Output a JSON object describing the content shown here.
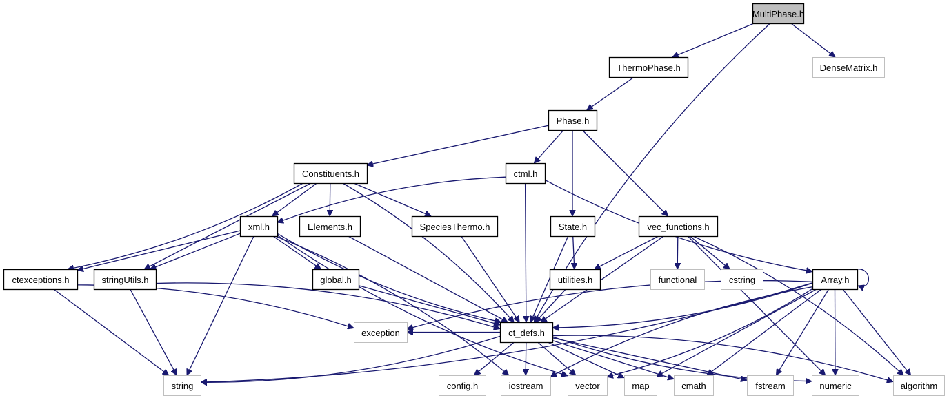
{
  "graph": {
    "title": "MultiPhase.h include dependency graph",
    "colors": {
      "edge": "#191970",
      "root_fill": "#bfbfbf",
      "node_border": "#000000",
      "external_border": "#bfbfbf"
    },
    "nodes": [
      {
        "id": "MultiPhase",
        "label": "MultiPhase.h",
        "kind": "root"
      },
      {
        "id": "ThermoPhase",
        "label": "ThermoPhase.h",
        "kind": "file"
      },
      {
        "id": "DenseMatrix",
        "label": "DenseMatrix.h",
        "kind": "external"
      },
      {
        "id": "Phase",
        "label": "Phase.h",
        "kind": "file"
      },
      {
        "id": "Constituents",
        "label": "Constituents.h",
        "kind": "file"
      },
      {
        "id": "ctml",
        "label": "ctml.h",
        "kind": "file"
      },
      {
        "id": "xml",
        "label": "xml.h",
        "kind": "file"
      },
      {
        "id": "Elements",
        "label": "Elements.h",
        "kind": "file"
      },
      {
        "id": "SpeciesThermo",
        "label": "SpeciesThermo.h",
        "kind": "file"
      },
      {
        "id": "State",
        "label": "State.h",
        "kind": "file"
      },
      {
        "id": "vec_functions",
        "label": "vec_functions.h",
        "kind": "file"
      },
      {
        "id": "ctexceptions",
        "label": "ctexceptions.h",
        "kind": "file"
      },
      {
        "id": "stringUtils",
        "label": "stringUtils.h",
        "kind": "file"
      },
      {
        "id": "global",
        "label": "global.h",
        "kind": "file"
      },
      {
        "id": "utilities",
        "label": "utilities.h",
        "kind": "file"
      },
      {
        "id": "functional",
        "label": "functional",
        "kind": "external"
      },
      {
        "id": "cstring",
        "label": "cstring",
        "kind": "external"
      },
      {
        "id": "Array",
        "label": "Array.h",
        "kind": "file"
      },
      {
        "id": "exception",
        "label": "exception",
        "kind": "external"
      },
      {
        "id": "ct_defs",
        "label": "ct_defs.h",
        "kind": "file"
      },
      {
        "id": "string",
        "label": "string",
        "kind": "external"
      },
      {
        "id": "config",
        "label": "config.h",
        "kind": "external"
      },
      {
        "id": "iostream",
        "label": "iostream",
        "kind": "external"
      },
      {
        "id": "vector",
        "label": "vector",
        "kind": "external"
      },
      {
        "id": "map",
        "label": "map",
        "kind": "external"
      },
      {
        "id": "cmath",
        "label": "cmath",
        "kind": "external"
      },
      {
        "id": "fstream",
        "label": "fstream",
        "kind": "external"
      },
      {
        "id": "numeric",
        "label": "numeric",
        "kind": "external"
      },
      {
        "id": "algorithm",
        "label": "algorithm",
        "kind": "external"
      }
    ],
    "edges": [
      [
        "MultiPhase",
        "ThermoPhase"
      ],
      [
        "MultiPhase",
        "DenseMatrix"
      ],
      [
        "MultiPhase",
        "ct_defs"
      ],
      [
        "ThermoPhase",
        "Phase"
      ],
      [
        "Phase",
        "Constituents"
      ],
      [
        "Phase",
        "ctml"
      ],
      [
        "Phase",
        "State"
      ],
      [
        "Phase",
        "vec_functions"
      ],
      [
        "Constituents",
        "xml"
      ],
      [
        "Constituents",
        "Elements"
      ],
      [
        "Constituents",
        "SpeciesThermo"
      ],
      [
        "Constituents",
        "ctexceptions"
      ],
      [
        "Constituents",
        "stringUtils"
      ],
      [
        "Constituents",
        "ct_defs"
      ],
      [
        "ctml",
        "xml"
      ],
      [
        "ctml",
        "ct_defs"
      ],
      [
        "ctml",
        "Array"
      ],
      [
        "xml",
        "ctexceptions"
      ],
      [
        "xml",
        "stringUtils"
      ],
      [
        "xml",
        "global"
      ],
      [
        "xml",
        "ct_defs"
      ],
      [
        "xml",
        "string"
      ],
      [
        "xml",
        "vector"
      ],
      [
        "xml",
        "iostream"
      ],
      [
        "Elements",
        "ct_defs"
      ],
      [
        "SpeciesThermo",
        "ct_defs"
      ],
      [
        "State",
        "utilities"
      ],
      [
        "State",
        "ct_defs"
      ],
      [
        "vec_functions",
        "utilities"
      ],
      [
        "vec_functions",
        "functional"
      ],
      [
        "vec_functions",
        "cstring"
      ],
      [
        "vec_functions",
        "ct_defs"
      ],
      [
        "vec_functions",
        "numeric"
      ],
      [
        "vec_functions",
        "algorithm"
      ],
      [
        "ctexceptions",
        "string"
      ],
      [
        "ctexceptions",
        "exception"
      ],
      [
        "stringUtils",
        "string"
      ],
      [
        "stringUtils",
        "ct_defs"
      ],
      [
        "global",
        "ct_defs"
      ],
      [
        "utilities",
        "ct_defs"
      ],
      [
        "Array",
        "Array"
      ],
      [
        "Array",
        "ct_defs"
      ],
      [
        "Array",
        "exception"
      ],
      [
        "Array",
        "string"
      ],
      [
        "Array",
        "iostream"
      ],
      [
        "Array",
        "vector"
      ],
      [
        "Array",
        "map"
      ],
      [
        "Array",
        "cmath"
      ],
      [
        "Array",
        "fstream"
      ],
      [
        "Array",
        "numeric"
      ],
      [
        "Array",
        "algorithm"
      ],
      [
        "ct_defs",
        "string"
      ],
      [
        "ct_defs",
        "config"
      ],
      [
        "ct_defs",
        "iostream"
      ],
      [
        "ct_defs",
        "vector"
      ],
      [
        "ct_defs",
        "map"
      ],
      [
        "ct_defs",
        "cmath"
      ],
      [
        "ct_defs",
        "fstream"
      ],
      [
        "ct_defs",
        "numeric"
      ],
      [
        "ct_defs",
        "algorithm"
      ],
      [
        "ct_defs",
        "exception"
      ]
    ]
  }
}
